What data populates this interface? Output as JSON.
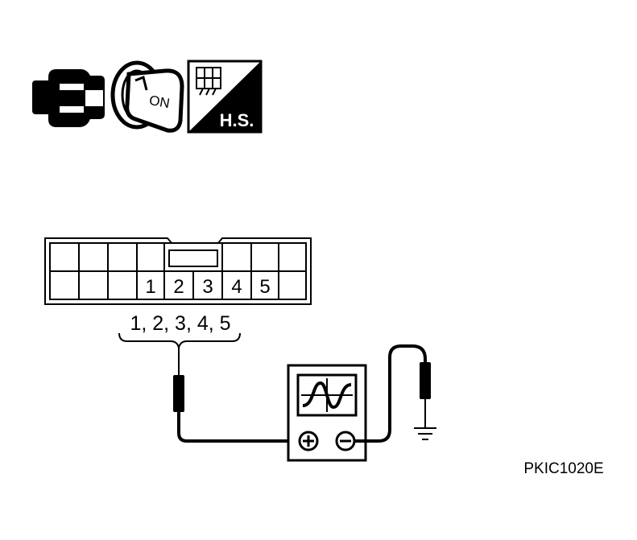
{
  "icons": {
    "connector": "disconnected-connector-icon",
    "ignition": "ignition-key-on-icon",
    "ignition_label": "ON",
    "harness": "harness-side-icon",
    "harness_label": "H.S."
  },
  "connector": {
    "terminal_numbers": [
      "1",
      "2",
      "3",
      "4",
      "5"
    ],
    "callout": "1, 2, 3, 4, 5"
  },
  "oscilloscope": {
    "positive_terminal": "plus-terminal-icon",
    "negative_terminal": "minus-terminal-icon"
  },
  "ground": "ground-symbol-icon",
  "figure_code": "PKIC1020E",
  "colors": {
    "ink": "#000000",
    "paper": "#ffffff"
  }
}
